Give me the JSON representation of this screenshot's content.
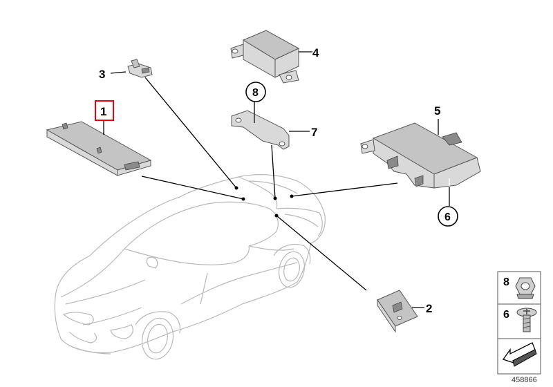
{
  "diagram": {
    "callouts": {
      "p1": "1",
      "p2": "2",
      "p3": "3",
      "p4": "4",
      "p5": "5",
      "p6": "6",
      "p7": "7",
      "p8": "8"
    },
    "legend": {
      "item8": "8",
      "item6": "6"
    },
    "diagram_id": "458866",
    "colors": {
      "highlight_box": "#e8000b",
      "car_outline": "#b8b8b8",
      "leader_line": "#000000"
    }
  }
}
